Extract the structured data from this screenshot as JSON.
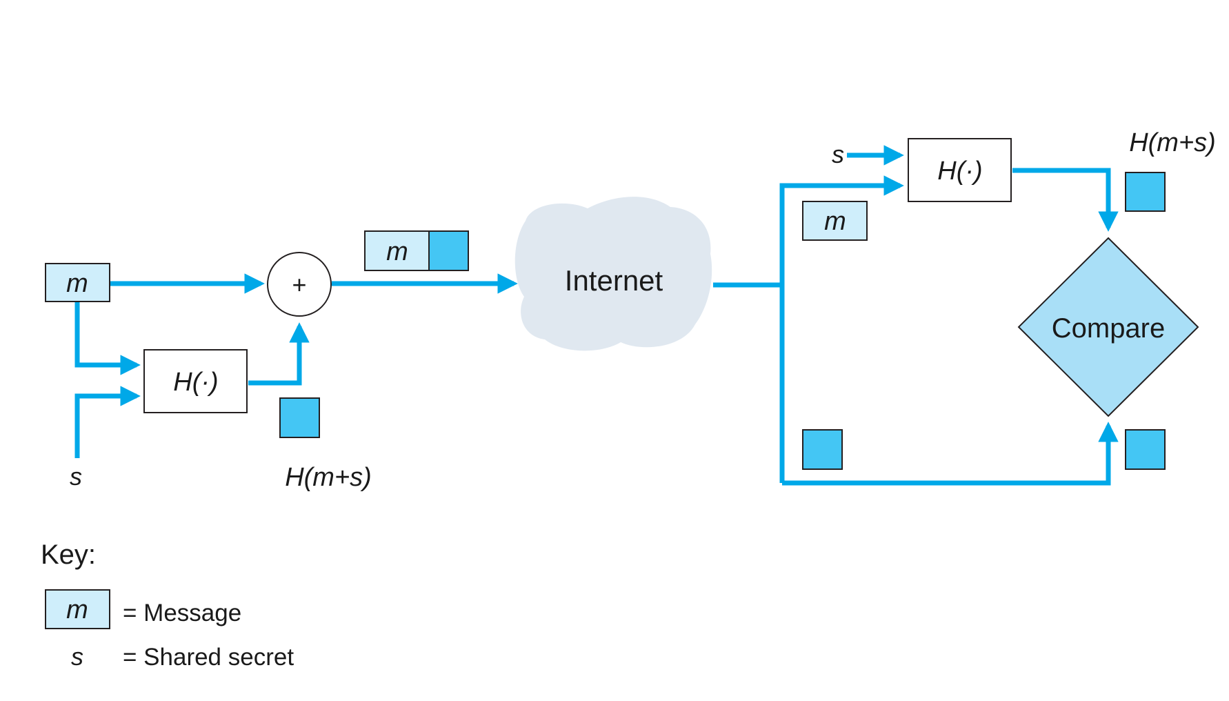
{
  "colors": {
    "flow": "#00a8e8",
    "message_fill": "#cfeefb",
    "hash_fill": "#44c6f4",
    "cloud_fill": "#e0e8f0",
    "compare_fill": "#a9dff7",
    "stroke": "#231f20"
  },
  "sender": {
    "message_label": "m",
    "secret_label": "s",
    "hash_label": "H(·)",
    "combine_label": "+",
    "mac_label": "H(m+s)",
    "packet_message_label": "m"
  },
  "network": {
    "label": "Internet"
  },
  "receiver": {
    "secret_label": "s",
    "hash_label": "H(·)",
    "message_label": "m",
    "mac_label": "H(m+s)",
    "compare_label": "Compare"
  },
  "key": {
    "title": "Key:",
    "message_symbol": "m",
    "message_desc": "= Message",
    "secret_symbol": "s",
    "secret_desc": "= Shared secret"
  }
}
